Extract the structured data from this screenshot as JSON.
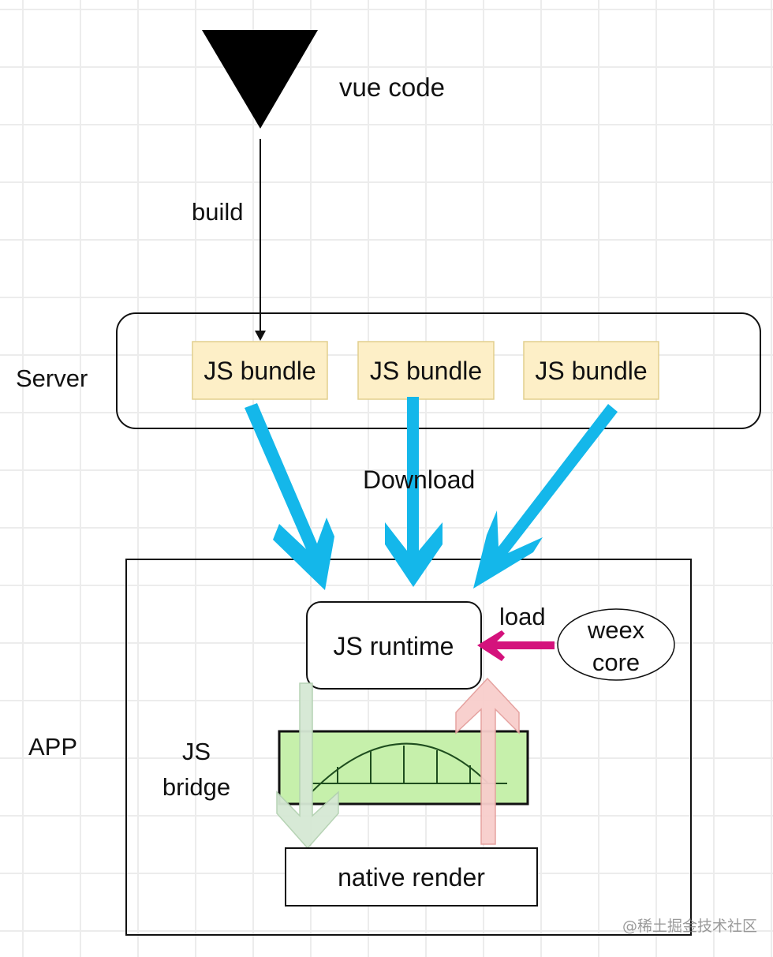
{
  "title_label": "vue code",
  "build_label": "build",
  "server": {
    "label": "Server",
    "bundles": [
      "JS bundle",
      "JS bundle",
      "JS bundle"
    ]
  },
  "download_label": "Download",
  "app": {
    "label": "APP",
    "js_runtime": "JS runtime",
    "load_label": "load",
    "weex_core": [
      "weex",
      "core"
    ],
    "js_bridge": [
      "JS",
      "bridge"
    ],
    "native_render": "native render"
  },
  "watermark": "@稀土掘金技术社区",
  "colors": {
    "download_arrow": "#14b7ea",
    "bundle_fill": "#fdefc7",
    "bundle_stroke": "#e2cf8e",
    "load_arrow": "#d4127c",
    "bridge_fill": "#c6f0ab",
    "down_arrow_fill": "#d5e8d4",
    "down_arrow_stroke": "#b3d1b1",
    "up_arrow_fill": "#f8cecc",
    "up_arrow_stroke": "#e49e9b"
  }
}
